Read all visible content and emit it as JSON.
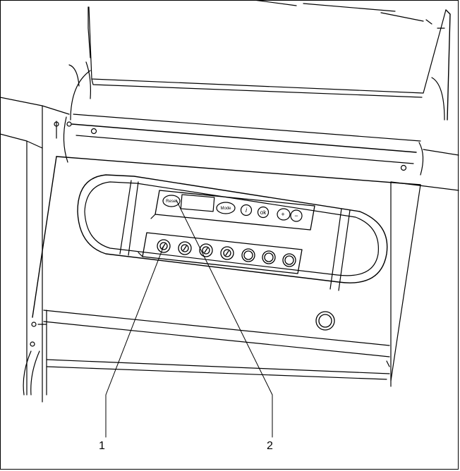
{
  "control_panel": {
    "buttons": {
      "reset": "Reset",
      "mode": "Mode",
      "info": "i",
      "ok": "ok",
      "plus": "+",
      "minus": "−"
    }
  },
  "callouts": {
    "one": "1",
    "two": "2"
  }
}
